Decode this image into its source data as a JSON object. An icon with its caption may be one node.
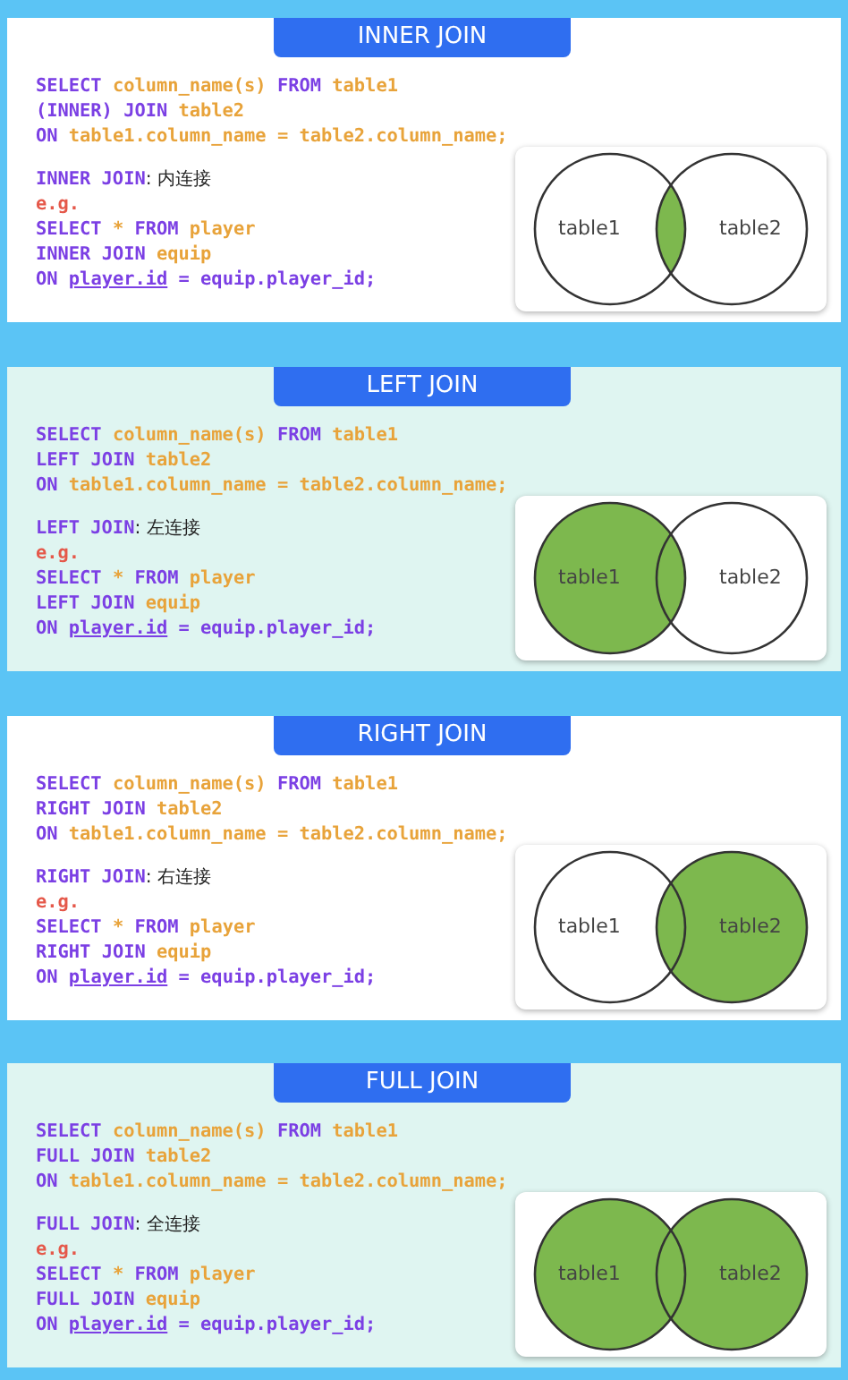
{
  "diagram": {
    "nodes": [
      {
        "text": [
          "INNER JOIN",
          "SELECT column_name(s) FROM table1",
          "(INNER) JOIN table2",
          "ON table1.column_name = table2.column_name;",
          "INNER JOIN: 内连接",
          "e.g.",
          "SELECT * FROM player",
          "INNER JOIN equip",
          "ON player.id = equip.player_id;"
        ]
      },
      {
        "text": [],
        "shape": "box",
        "in": 0
      },
      {
        "text": [
          "table1"
        ],
        "in": 1
      },
      {
        "text": [
          "table2"
        ],
        "in": 1
      },
      {
        "text": [
          "LEFT JOIN",
          "SELECT column_name(s) FROM table1",
          "LEFT JOIN table2",
          "ON table1.column_name = table2.column_name;",
          "LEFT JOIN: 左连接",
          "e.g.",
          "SELECT * FROM player",
          "LEFT JOIN equip",
          "ON player.id = equip.player_id;"
        ]
      },
      {
        "text": [],
        "shape": "box",
        "in": 4
      },
      {
        "text": [
          "table1"
        ],
        "in": 5
      },
      {
        "text": [
          "table2"
        ],
        "in": 5
      },
      {
        "text": [
          "RIGHT JOIN",
          "SELECT column_name(s) FROM table1",
          "RIGHT JOIN table2",
          "ON table1.column_name = table2.column_name;",
          "RIGHT JOIN: 右连接",
          "e.g.",
          "SELECT * FROM player",
          "RIGHT JOIN equip",
          "ON player.id = equip.player_id;"
        ]
      },
      {
        "text": [],
        "shape": "box",
        "in": 8
      },
      {
        "text": [
          "table1"
        ],
        "in": 9
      },
      {
        "text": [
          "table2"
        ],
        "in": 9
      },
      {
        "text": [
          "FULL JOIN",
          "SELECT column_name(s) FROM table1",
          "FULL JOIN table2",
          "ON table1.column_name = table2.column_name;",
          "FULL JOIN: 全连接",
          "e.g.",
          "SELECT * FROM player",
          "FULL JOIN equip",
          "ON player.id = equip.player_id;"
        ]
      },
      {
        "text": [],
        "shape": "box",
        "in": 12
      },
      {
        "text": [
          "table1"
        ],
        "in": 13
      },
      {
        "text": [
          "table2"
        ],
        "in": 13
      }
    ],
    "edges": []
  }
}
